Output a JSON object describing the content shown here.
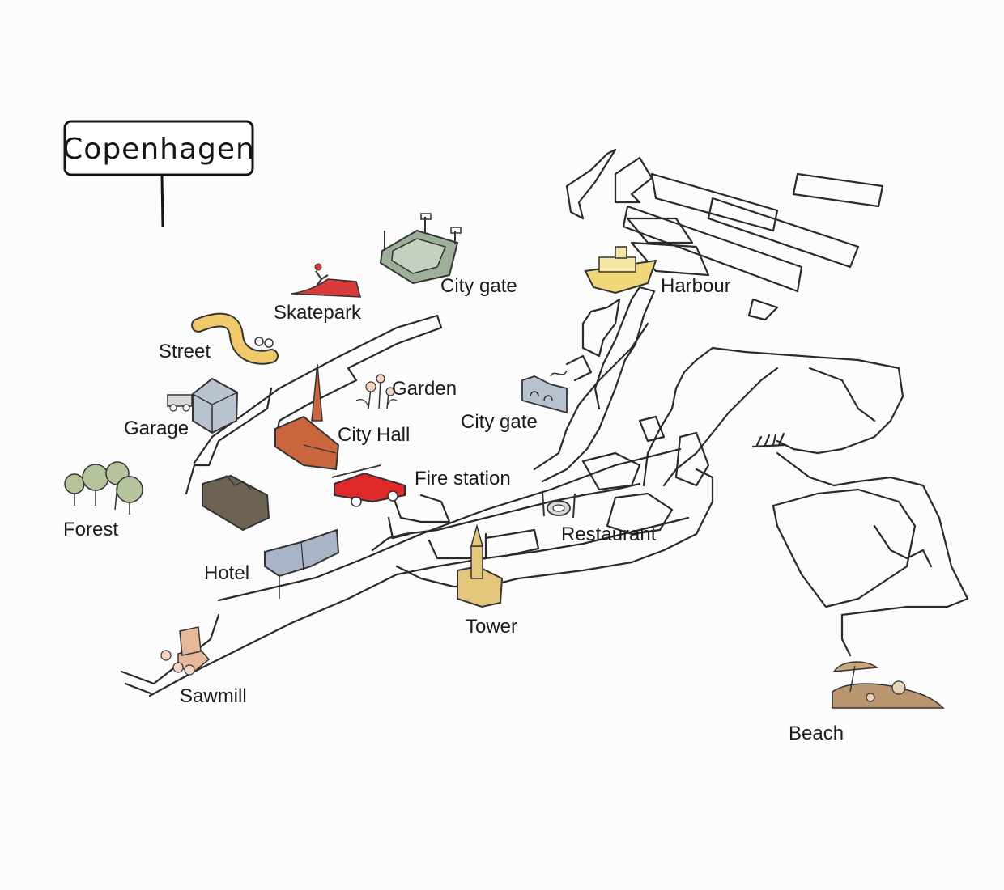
{
  "map": {
    "title": "Copenhagen",
    "places": [
      {
        "id": "skatepark",
        "label": "Skatepark",
        "icon": "skatepark-icon"
      },
      {
        "id": "stadium",
        "label": "City gate",
        "icon": "stadium-icon"
      },
      {
        "id": "harbour",
        "label": "Harbour",
        "icon": "ferry-boat-icon"
      },
      {
        "id": "street",
        "label": "Street",
        "icon": "winding-street-icon"
      },
      {
        "id": "garden",
        "label": "Garden",
        "icon": "flowers-icon"
      },
      {
        "id": "citygate",
        "label": "City gate",
        "icon": "city-gate-icon"
      },
      {
        "id": "garage",
        "label": "Garage",
        "icon": "garage-icon"
      },
      {
        "id": "cityhall",
        "label": "City Hall",
        "icon": "city-hall-icon"
      },
      {
        "id": "firestation",
        "label": "Fire station",
        "icon": "fire-truck-icon"
      },
      {
        "id": "forest",
        "label": "Forest",
        "icon": "trees-icon"
      },
      {
        "id": "restaurant",
        "label": "Restaurant",
        "icon": "plate-cutlery-icon"
      },
      {
        "id": "hotel",
        "label": "Hotel",
        "icon": "hotel-icon"
      },
      {
        "id": "tower",
        "label": "Tower",
        "icon": "church-tower-icon"
      },
      {
        "id": "sawmill",
        "label": "Sawmill",
        "icon": "sawmill-icon"
      },
      {
        "id": "beach",
        "label": "Beach",
        "icon": "beach-umbrella-icon"
      }
    ],
    "colors": {
      "line": "#2a2a2a",
      "skatepark": "#d63a3a",
      "stadium": "#9fb09a",
      "street": "#efc96a",
      "garage": "#b9c4d0",
      "cityhall": "#c9663e",
      "firestation": "#e02a2a",
      "forest": "#b6c49c",
      "factory": "#6e6253",
      "hotel": "#a9b4c6",
      "tower": "#e4c77c",
      "sawmill": "#e8b89a",
      "harbour": "#f0d77a",
      "citygate": "#b7c1d0",
      "beach": "#b99670"
    }
  }
}
